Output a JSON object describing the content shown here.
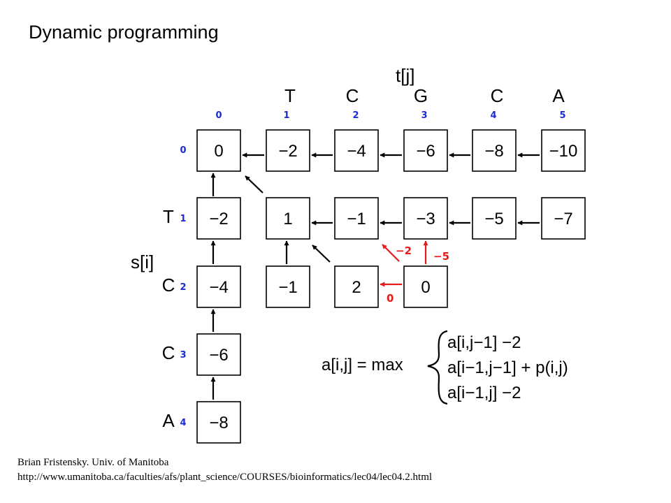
{
  "title": "Dynamic programming",
  "t_label": "t[j]",
  "s_label": "s[i]",
  "t_seq": [
    "T",
    "C",
    "G",
    "C",
    "A"
  ],
  "t_idx": [
    "0",
    "1",
    "2",
    "3",
    "4",
    "5"
  ],
  "s_seq": [
    "T",
    "C",
    "C",
    "A"
  ],
  "s_idx": [
    "0",
    "1",
    "2",
    "3",
    "4"
  ],
  "cells": [
    [
      "0",
      "−2",
      "−4",
      "−6",
      "−8",
      "−10"
    ],
    [
      "−2",
      "1",
      "−1",
      "−3",
      "−5",
      "−7"
    ],
    [
      "−4",
      "−1",
      "2",
      "0"
    ],
    [
      "−6"
    ],
    [
      "−8"
    ]
  ],
  "red_labels": {
    "diag": "−2",
    "up": "−5",
    "left": "0"
  },
  "formula": {
    "lhs": "a[i,j] = max",
    "line1": "a[i,j−1] −2",
    "line2": "a[i−1,j−1] + p(i,j)",
    "line3": "a[i−1,j] −2"
  },
  "credit_author": "Brian Fristensky.  Univ. of Manitoba",
  "credit_url": "http://www.umanitoba.ca/faculties/afs/plant_science/COURSES/bioinformatics/lec04/lec04.2.html",
  "colors": {
    "index_blue": "#1a2bd6",
    "highlight_red": "#e31b1b"
  }
}
